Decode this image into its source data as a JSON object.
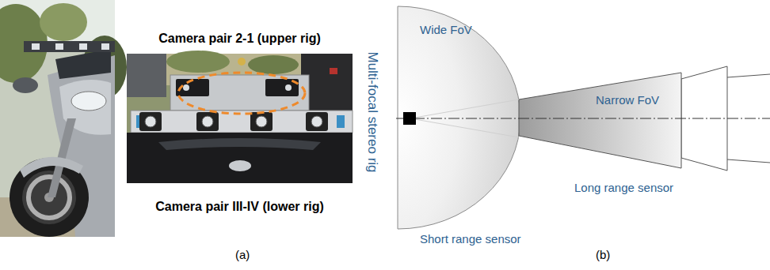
{
  "diagram": {
    "nodes": [
      {
        "text": [
          "Wide FoV",
          "Short range sensor"
        ]
      },
      {
        "text": [
          "Narrow FoV",
          "Long range sensor"
        ]
      }
    ],
    "labels": [
      "Camera pair 2-1 (upper rig)",
      "Camera pair III-IV (lower rig)",
      "(a)",
      "Multi-focal stereo rig",
      "(b)"
    ]
  }
}
